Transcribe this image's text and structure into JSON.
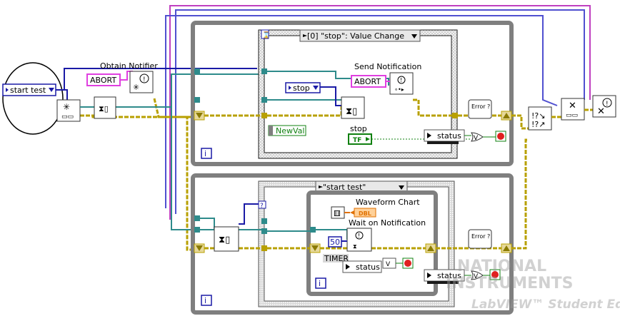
{
  "diagram": {
    "enum_constants": {
      "start_test": "start test",
      "stop": "stop"
    },
    "string_constants": {
      "abort_1": "ABORT",
      "abort_2": "ABORT"
    },
    "node_labels": {
      "obtain_notifier": "Obtain Notifier",
      "send_notification": "Send Notification",
      "waveform_chart": "Waveform Chart",
      "wait_on_notification": "Wait on Notification"
    },
    "event_structure": {
      "selector": "[0] \"stop\": Value Change",
      "newval": "NewVal",
      "stop_label": "stop",
      "stop_terminal": "TF"
    },
    "case_structure": {
      "selector": "\"start test\""
    },
    "timeout_constant": "50",
    "timer_label": "TIMER",
    "status_1": "status",
    "status_2": "status",
    "status_3": "status",
    "error_label_1": "Error ?",
    "error_label_2": "Error ?",
    "dbl_terminal": "DBL",
    "iteration_1": "i",
    "iteration_2": "i",
    "or_symbol": "V",
    "watermark": {
      "line1": "NATIONAL",
      "line2": "INSTRUMENTS",
      "line3": "LabVIEW™ Student Edition"
    },
    "colors": {
      "error_cluster_wire": "#b8a000",
      "refnum_wire": "#2e8b8b",
      "enum_wire": "#1a1aa6",
      "string_wire": "#e040e0",
      "boolean_wire": "#108010",
      "while_loop": "#7f7f7f",
      "event_border": "#1a1a1a"
    }
  }
}
